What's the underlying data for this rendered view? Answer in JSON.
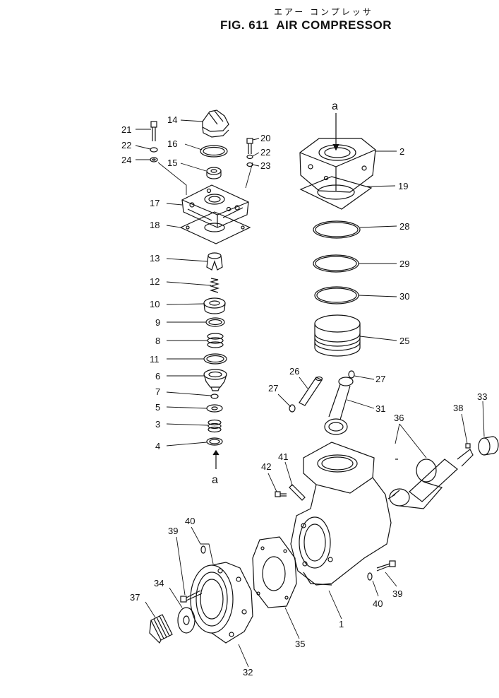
{
  "figure": {
    "title_jp": "エアー コンプレッサ",
    "fig_label": "FIG. 611",
    "title": "AIR COMPRESSOR"
  },
  "flow_marker": "a",
  "callouts": [
    "1",
    "2",
    "3",
    "4",
    "5",
    "6",
    "7",
    "8",
    "9",
    "10",
    "11",
    "12",
    "13",
    "14",
    "15",
    "16",
    "17",
    "18",
    "19",
    "20",
    "21",
    "22",
    "23",
    "24",
    "25",
    "26",
    "27",
    "28",
    "29",
    "30",
    "31",
    "32",
    "33",
    "34",
    "35",
    "36",
    "37",
    "38",
    "39",
    "40",
    "41",
    "42"
  ],
  "labels": {
    "n1": "1",
    "n2": "2",
    "n3": "3",
    "n4": "4",
    "n5": "5",
    "n6": "6",
    "n7": "7",
    "n8": "8",
    "n9": "9",
    "n10": "10",
    "n11": "11",
    "n12": "12",
    "n13": "13",
    "n14": "14",
    "n15": "15",
    "n16": "16",
    "n17": "17",
    "n18": "18",
    "n19": "19",
    "n20": "20",
    "n21": "21",
    "n22a": "22",
    "n22b": "22",
    "n23": "23",
    "n24": "24",
    "n25": "25",
    "n26": "26",
    "n27a": "27",
    "n27b": "27",
    "n28": "28",
    "n29": "29",
    "n30": "30",
    "n31": "31",
    "n32": "32",
    "n33": "33",
    "n34": "34",
    "n35": "35",
    "n36": "36",
    "n37": "37",
    "n38": "38",
    "n39a": "39",
    "n39b": "39",
    "n40a": "40",
    "n40b": "40",
    "n41": "41",
    "n42": "42",
    "a_top": "a",
    "a_bottom": "a"
  }
}
